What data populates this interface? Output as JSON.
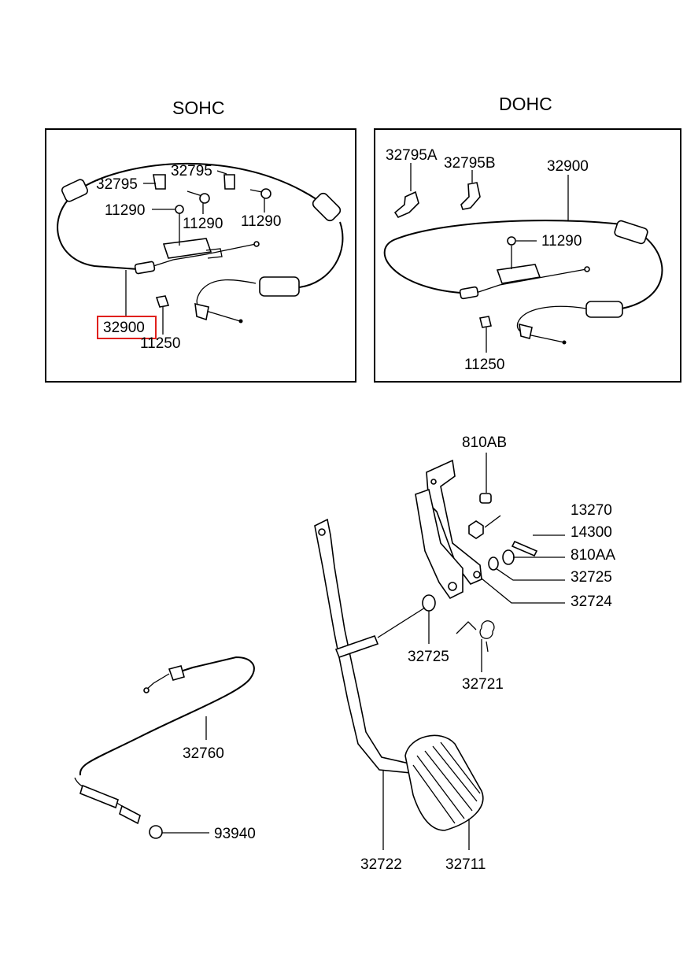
{
  "diagram": {
    "sections": {
      "sohc_title": "SOHC",
      "dohc_title": "DOHC"
    },
    "sohc_labels": {
      "bracket_a": "32795",
      "bracket_b": "32795",
      "bolt_a": "11290",
      "bolt_b": "11290",
      "bolt_c": "11290",
      "cable": "32900",
      "bolt_d": "11250"
    },
    "dohc_labels": {
      "bracket_a": "32795A",
      "bracket_b": "32795B",
      "cable": "32900",
      "bolt_a": "11290",
      "bolt_b": "11250"
    },
    "pedal_labels": {
      "bolt_top": "810AB",
      "nut": "13270",
      "pin": "14300",
      "washer": "810AA",
      "bushing_a": "32725",
      "bracket": "32724",
      "bushing_b": "32725",
      "spring": "32721",
      "cable": "32760",
      "stopper": "93940",
      "arm": "32722",
      "pad": "32711"
    },
    "highlight": {
      "label": "32900",
      "color": "#e0201c"
    }
  }
}
